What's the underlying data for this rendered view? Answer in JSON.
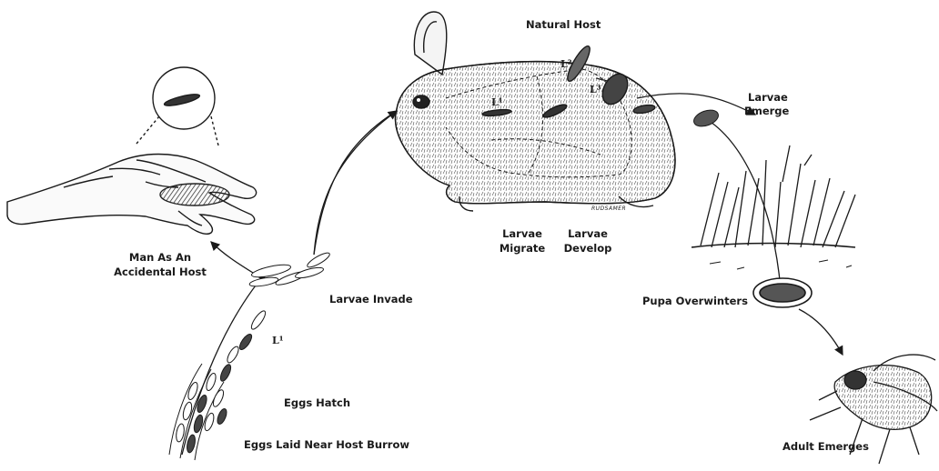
{
  "labels": {
    "natural_host": "Natural Host",
    "larvae_emerge_1": "Larvae",
    "larvae_emerge_2": "Emerge",
    "man_host_1": "Man As An",
    "man_host_2": "Accidental Host",
    "larvae_migrate_1": "Larvae",
    "larvae_migrate_2": "Migrate",
    "larvae_develop_1": "Larvae",
    "larvae_develop_2": "Develop",
    "larvae_invade": "Larvae Invade",
    "pupa_overwinters": "Pupa Overwinters",
    "eggs_hatch": "Eggs Hatch",
    "eggs_laid": "Eggs Laid Near Host Burrow",
    "adult_emerges": "Adult Emerges"
  },
  "stage_markers": {
    "l1_rabbit": "L¹",
    "l2_rabbit": "L²",
    "l3_rabbit": "L³",
    "l1_eggs": "L¹"
  },
  "artist_signature": "RUDSAMER",
  "colors": {
    "ink": "#1a1a1a",
    "paper": "#ffffff"
  }
}
